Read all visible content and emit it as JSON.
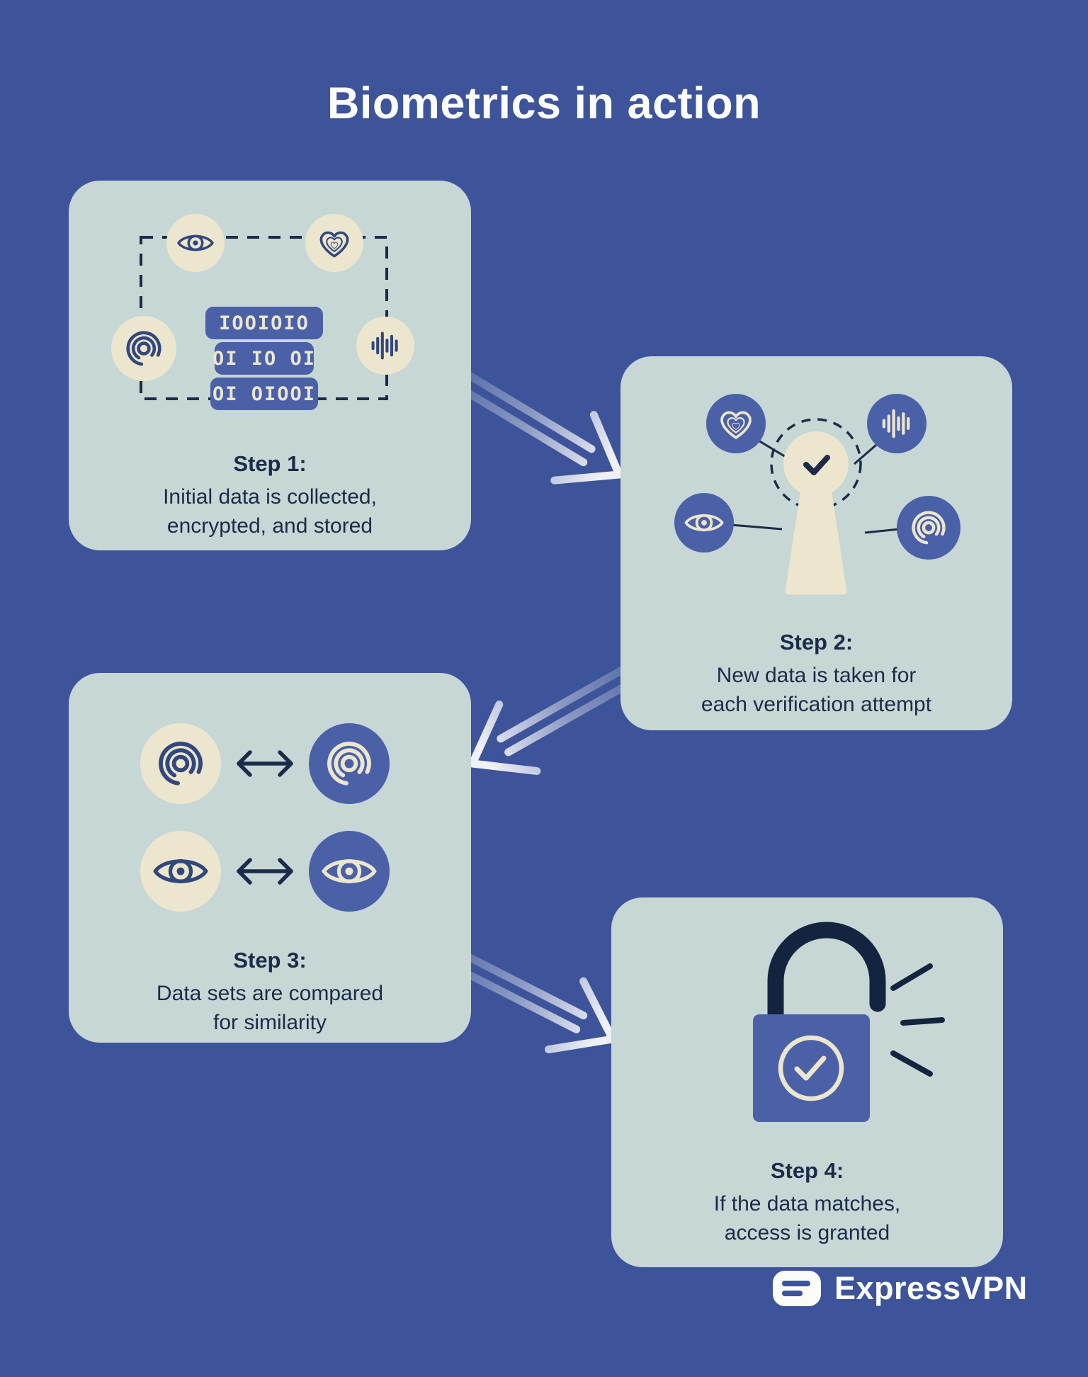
{
  "title": "Biometrics in action",
  "colors": {
    "background": "#3D549B",
    "card": "#C6D7D5",
    "cream": "#EDE6CE",
    "accent_blue": "#4A61A8",
    "navy": "#1C2B49",
    "icon_blue": "#31477D",
    "white": "#FBFBF8"
  },
  "steps": [
    {
      "label": "Step 1:",
      "description": "Initial data is collected,\nencrypted, and stored",
      "binary_rows": [
        "IOOIOIO",
        "OI IO OI",
        "OI OIOOI"
      ],
      "icons": [
        "eye-icon",
        "heart-icon",
        "fingerprint-icon",
        "soundwave-icon",
        "dashed-frame"
      ]
    },
    {
      "label": "Step 2:",
      "description": "New data is taken for\neach verification attempt",
      "icons": [
        "heart-icon",
        "soundwave-icon",
        "eye-icon",
        "fingerprint-icon",
        "keyhole-icon",
        "checkmark-icon"
      ]
    },
    {
      "label": "Step 3:",
      "description": "Data sets are compared\nfor similarity",
      "icons": [
        "fingerprint-icon",
        "compare-arrows-icon",
        "eye-icon"
      ]
    },
    {
      "label": "Step 4:",
      "description": "If the data matches,\naccess is granted",
      "icons": [
        "open-padlock-icon",
        "checkmark-icon",
        "burst-lines-icon"
      ]
    }
  ],
  "brand": {
    "name": "ExpressVPN"
  }
}
